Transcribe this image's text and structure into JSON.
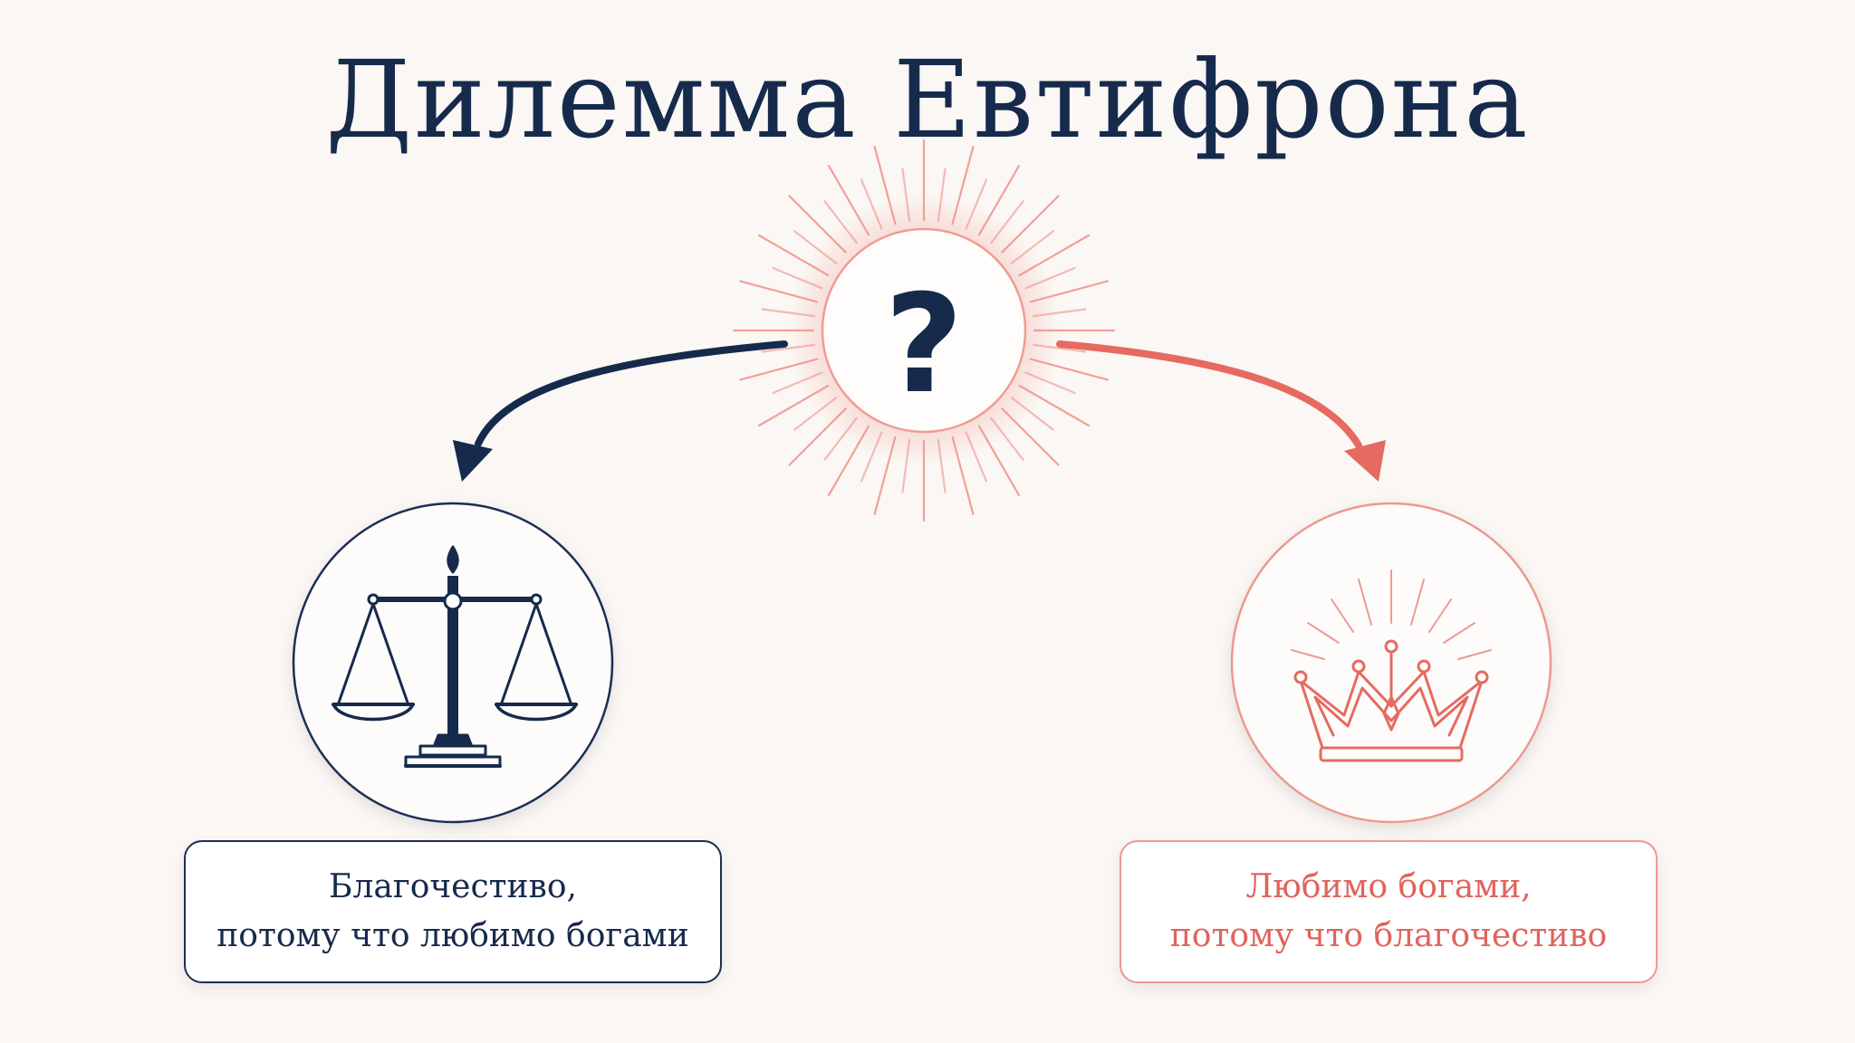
{
  "title": "Дилемма Евтифрона",
  "center": {
    "symbol": "?"
  },
  "left_option": {
    "icon": "scales-icon",
    "line1": "Благочестиво,",
    "line2": "потому что любимо богами"
  },
  "right_option": {
    "icon": "crown-icon",
    "line1": "Любимо богами,",
    "line2": "потому что благочестиво"
  },
  "colors": {
    "navy": "#162a4c",
    "coral": "#e66a60",
    "background": "#faf7f4"
  }
}
